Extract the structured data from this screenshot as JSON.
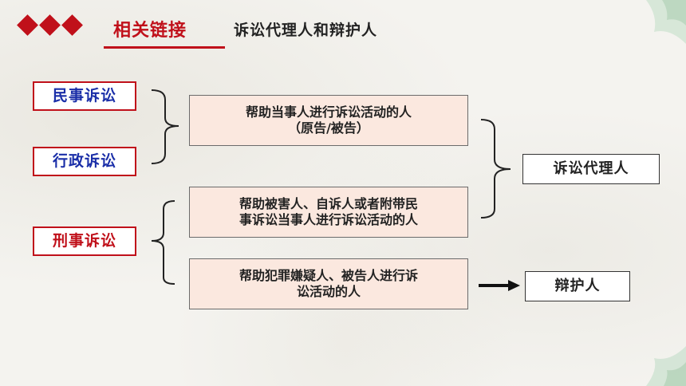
{
  "header": {
    "title": "相关链接",
    "subtitle": "诉讼代理人和辩护人"
  },
  "cases": {
    "civil": "民事诉讼",
    "administrative": "行政诉讼",
    "criminal": "刑事诉讼"
  },
  "descriptions": {
    "civil_admin_line1": "帮助当事人进行诉讼活动的人",
    "civil_admin_line2": "（原告/被告）",
    "criminal_victim_line1": "帮助被害人、自诉人或者附带民",
    "criminal_victim_line2": "事诉讼当事人进行诉讼活动的人",
    "criminal_defense_line1": "帮助犯罪嫌疑人、被告人进行诉",
    "criminal_defense_line2": "讼活动的人"
  },
  "results": {
    "agent": "诉讼代理人",
    "defender": "辩护人"
  },
  "colors": {
    "accent_red": "#c0101a",
    "case_blue": "#1a2ea8",
    "desc_fill": "#fbe8df"
  }
}
